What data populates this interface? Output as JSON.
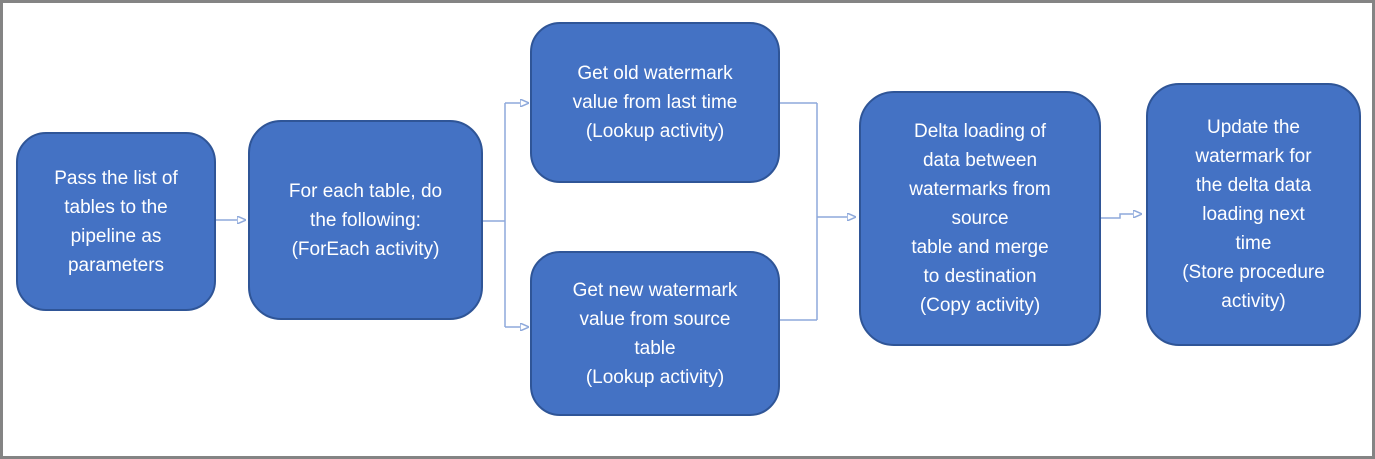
{
  "diagram": {
    "steps": [
      {
        "name": "pass-list-of-tables",
        "label": "Pass the list of\ntables to the\npipeline as\nparameters"
      },
      {
        "name": "foreach-table",
        "label": "For each table, do\nthe following:\n(ForEach activity)"
      },
      {
        "name": "get-old-watermark",
        "label": "Get old watermark\nvalue from last time\n(Lookup activity)"
      },
      {
        "name": "get-new-watermark",
        "label": "Get new watermark\nvalue from source\ntable\n(Lookup activity)"
      },
      {
        "name": "delta-loading-copy",
        "label": "Delta loading of\ndata between\nwatermarks from\nsource\ntable and merge\nto destination\n(Copy activity)"
      },
      {
        "name": "update-watermark",
        "label": "Update the\nwatermark for\nthe delta data\nloading next\ntime\n(Store procedure\nactivity)"
      }
    ],
    "colors": {
      "box_fill": "#4472C4",
      "box_border": "#2F5597",
      "text": "#FFFFFF",
      "connector_line": "#8EA9DB",
      "arrowhead": "#3F66B0",
      "frame_border": "#848484",
      "background": "#FFFFFF"
    }
  }
}
